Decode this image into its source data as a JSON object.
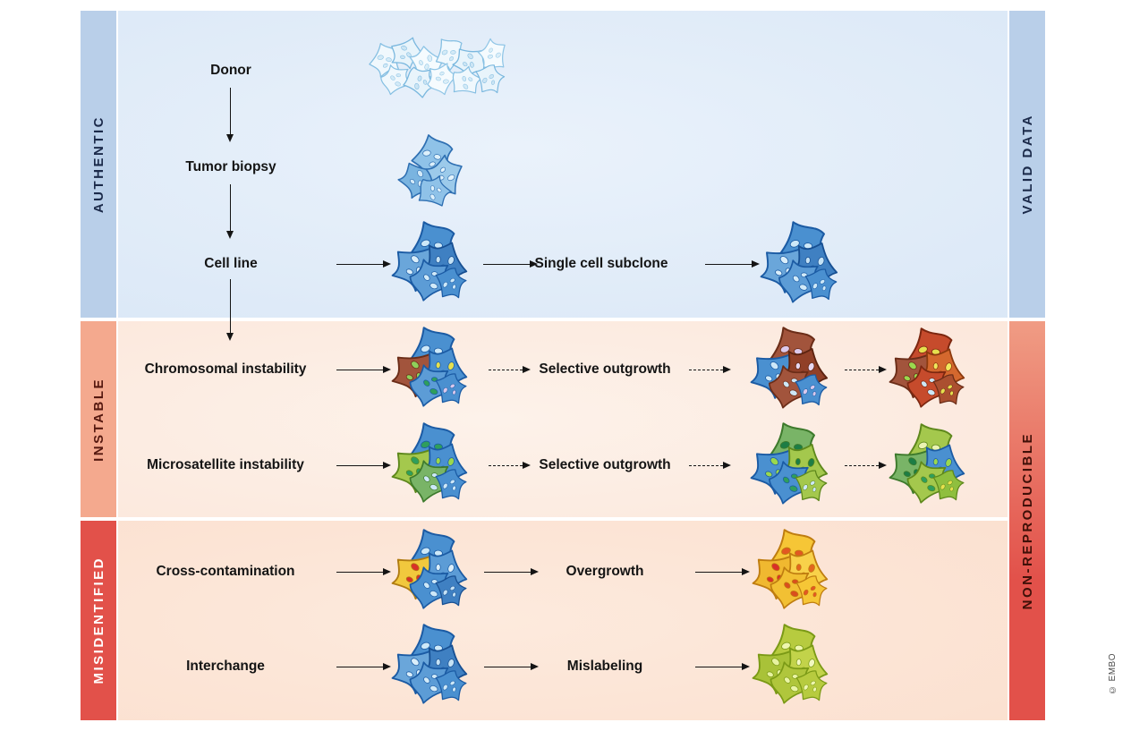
{
  "bands": {
    "authentic": "AUTHENTIC",
    "instable": "INSTABLE",
    "misidentified": "MISIDENTIFIED",
    "valid_data": "VALID DATA",
    "non_reproducible": "NON-REPRODUCIBLE"
  },
  "authentic": {
    "donor": "Donor",
    "tumor_biopsy": "Tumor biopsy",
    "cell_line": "Cell line",
    "single_cell_subclone": "Single cell subclone"
  },
  "instable": {
    "rows": [
      {
        "label": "Chromosomal instability",
        "mid": "Selective outgrowth"
      },
      {
        "label": "Microsatellite instability",
        "mid": "Selective outgrowth"
      }
    ]
  },
  "misidentified": {
    "rows": [
      {
        "label": "Cross-contamination",
        "mid": "Overgrowth"
      },
      {
        "label": "Interchange",
        "mid": "Mislabeling"
      }
    ]
  },
  "credit": "© EMBO",
  "colors": {
    "band-blue": "#b9cfe9",
    "band-salmon": "#f4a98e",
    "band-red": "#e2514a",
    "nonrepro-top": "#f09c84",
    "text-dark": "#141414",
    "authentic-text": "#1b2a4a",
    "instable-text": "#55180f",
    "misidentified-text": "#ffffff",
    "valid-text": "#1b2a4a",
    "nonrepro-text": "#401008",
    "panel-blue-edge": "#d5e4f5",
    "panel-blue-mid": "#eaf2fb",
    "panel-peach-edge": "#fbe2d4",
    "panel-peach-mid": "#fdf2ea",
    "panel-peach2-edge": "#fadcca",
    "panel-peach2-mid": "#fdeadd"
  },
  "clusters": {
    "donor": {
      "layout": "wide",
      "cells": [
        {
          "f": "#f0f8fd",
          "s": "#85bfe2",
          "n": "#d3eaf7"
        },
        {
          "f": "#e8f4fb",
          "s": "#79b7de",
          "n": "#cbe5f4"
        },
        {
          "f": "#f5fbfe",
          "s": "#8fc5e6",
          "n": "#daeef8"
        }
      ]
    },
    "biopsy": {
      "layout": "small",
      "cells": [
        {
          "f": "#8fc2e8",
          "s": "#2e6fb2",
          "n": "#ddf0fb"
        },
        {
          "f": "#7ab4e0",
          "s": "#2e6fb2",
          "n": "#d2e9f8"
        },
        {
          "f": "#9ccaea",
          "s": "#2e6fb2",
          "n": "#e2f2fb"
        }
      ]
    },
    "cellline": {
      "cells": [
        {
          "f": "#4a90d0",
          "s": "#1b5ba4",
          "n": "#cde8f8"
        },
        {
          "f": "#6aa6da",
          "s": "#1b5ba4",
          "n": "#daeefa"
        },
        {
          "f": "#3f80c2",
          "s": "#174f92",
          "n": "#c5e2f5"
        },
        {
          "f": "#5c9cd6",
          "s": "#1b5ba4",
          "n": "#d2eaf8"
        },
        {
          "f": "#4a90d0",
          "s": "#1b5ba4",
          "n": "#cde8f8"
        }
      ]
    },
    "subclone": {
      "cells": [
        {
          "f": "#4a90d0",
          "s": "#1b5ba4",
          "n": "#cde8f8"
        },
        {
          "f": "#6aa6da",
          "s": "#1b5ba4",
          "n": "#daeefa"
        },
        {
          "f": "#3f80c2",
          "s": "#174f92",
          "n": "#c5e2f5"
        },
        {
          "f": "#5c9cd6",
          "s": "#1b5ba4",
          "n": "#d2eaf8"
        },
        {
          "f": "#4a90d0",
          "s": "#1b5ba4",
          "n": "#cde8f8"
        }
      ]
    },
    "chromo1": {
      "cells": [
        {
          "f": "#4a90d0",
          "s": "#1b5ba4",
          "n": "#cde8f8"
        },
        {
          "f": "#a2543c",
          "s": "#6b2d18",
          "n": "#8fd05a"
        },
        {
          "f": "#4a90d0",
          "s": "#1b5ba4",
          "n": "#e6e04e"
        },
        {
          "f": "#5c9cd6",
          "s": "#1b5ba4",
          "n": "#2f9e5c"
        },
        {
          "f": "#4a90d0",
          "s": "#1b5ba4",
          "n": "#d9c8ec"
        }
      ]
    },
    "chromo2": {
      "cells": [
        {
          "f": "#a2543c",
          "s": "#6b2d18",
          "n": "#dcc9ec"
        },
        {
          "f": "#4a90d0",
          "s": "#1b5ba4",
          "n": "#cde8f8"
        },
        {
          "f": "#914028",
          "s": "#5c2310",
          "n": "#e7d8f2"
        },
        {
          "f": "#a2543c",
          "s": "#6b2d18",
          "n": "#cde8f8"
        },
        {
          "f": "#4a90d0",
          "s": "#1b5ba4",
          "n": "#d9c8ec"
        }
      ]
    },
    "chromo3": {
      "cells": [
        {
          "f": "#c64b2c",
          "s": "#7c2710",
          "n": "#e6e04e"
        },
        {
          "f": "#a2543c",
          "s": "#6b2d18",
          "n": "#9ad84e"
        },
        {
          "f": "#d4682e",
          "s": "#8c3a0e",
          "n": "#efe75c"
        },
        {
          "f": "#c64b2c",
          "s": "#7c2710",
          "n": "#cde8f8"
        },
        {
          "f": "#ab5030",
          "s": "#6b2d18",
          "n": "#e6e04e"
        }
      ]
    },
    "micro1": {
      "cells": [
        {
          "f": "#4a90d0",
          "s": "#1b5ba4",
          "n": "#2f9e5c"
        },
        {
          "f": "#a4c84d",
          "s": "#5e881c",
          "n": "#2f9e5c"
        },
        {
          "f": "#4a90d0",
          "s": "#1b5ba4",
          "n": "#9ad84e"
        },
        {
          "f": "#79b467",
          "s": "#3d7a2c",
          "n": "#cde8f8"
        },
        {
          "f": "#4a90d0",
          "s": "#1b5ba4",
          "n": "#cde8f8"
        }
      ]
    },
    "micro2": {
      "cells": [
        {
          "f": "#79b467",
          "s": "#3d7a2c",
          "n": "#1d7d45"
        },
        {
          "f": "#4a90d0",
          "s": "#1b5ba4",
          "n": "#9ad84e"
        },
        {
          "f": "#a4c84d",
          "s": "#5e881c",
          "n": "#1d7d45"
        },
        {
          "f": "#4a90d0",
          "s": "#1b5ba4",
          "n": "#2f9e5c"
        },
        {
          "f": "#a4c84d",
          "s": "#5e881c",
          "n": "#cde8f8"
        }
      ]
    },
    "micro3": {
      "cells": [
        {
          "f": "#a4c84d",
          "s": "#5e881c",
          "n": "#eaf3b2"
        },
        {
          "f": "#79b467",
          "s": "#3d7a2c",
          "n": "#1d7d45"
        },
        {
          "f": "#4a90d0",
          "s": "#1b5ba4",
          "n": "#9ad84e"
        },
        {
          "f": "#a4c84d",
          "s": "#5e881c",
          "n": "#2f9e5c"
        },
        {
          "f": "#8fbf3e",
          "s": "#5e881c",
          "n": "#e6e04e"
        }
      ]
    },
    "cross": {
      "cells": [
        {
          "f": "#4a90d0",
          "s": "#1b5ba4",
          "n": "#cde8f8"
        },
        {
          "f": "#f1c83d",
          "s": "#b07c12",
          "n": "#d93028"
        },
        {
          "f": "#5c9cd6",
          "s": "#1b5ba4",
          "n": "#daeefa"
        },
        {
          "f": "#4a90d0",
          "s": "#1b5ba4",
          "n": "#cde8f8"
        },
        {
          "f": "#3f80c2",
          "s": "#174f92",
          "n": "#c5e2f5"
        }
      ]
    },
    "overgrowth": {
      "cells": [
        {
          "f": "#f6c636",
          "s": "#bf7d10",
          "n": "#e25822"
        },
        {
          "f": "#f0b830",
          "s": "#bf7d10",
          "n": "#d93028"
        },
        {
          "f": "#f8d14a",
          "s": "#bf7d10",
          "n": "#e2661f"
        },
        {
          "f": "#f2c033",
          "s": "#bf7d10",
          "n": "#d94f1e"
        },
        {
          "f": "#f6c636",
          "s": "#bf7d10",
          "n": "#e25822"
        }
      ]
    },
    "interchange": {
      "cells": [
        {
          "f": "#4a90d0",
          "s": "#1b5ba4",
          "n": "#cde8f8"
        },
        {
          "f": "#6aa6da",
          "s": "#1b5ba4",
          "n": "#daeefa"
        },
        {
          "f": "#3f80c2",
          "s": "#174f92",
          "n": "#c5e2f5"
        },
        {
          "f": "#5c9cd6",
          "s": "#1b5ba4",
          "n": "#d2eaf8"
        },
        {
          "f": "#4a90d0",
          "s": "#1b5ba4",
          "n": "#cde8f8"
        }
      ]
    },
    "mislabel": {
      "cells": [
        {
          "f": "#b7cb3f",
          "s": "#7b9a16",
          "n": "#eef6ae"
        },
        {
          "f": "#a9c238",
          "s": "#7b9a16",
          "n": "#e7f2a0"
        },
        {
          "f": "#c2d34a",
          "s": "#7b9a16",
          "n": "#f2f8c0"
        },
        {
          "f": "#b0c63c",
          "s": "#7b9a16",
          "n": "#eaf4a6"
        },
        {
          "f": "#b7cb3f",
          "s": "#7b9a16",
          "n": "#eef6ae"
        }
      ]
    }
  }
}
